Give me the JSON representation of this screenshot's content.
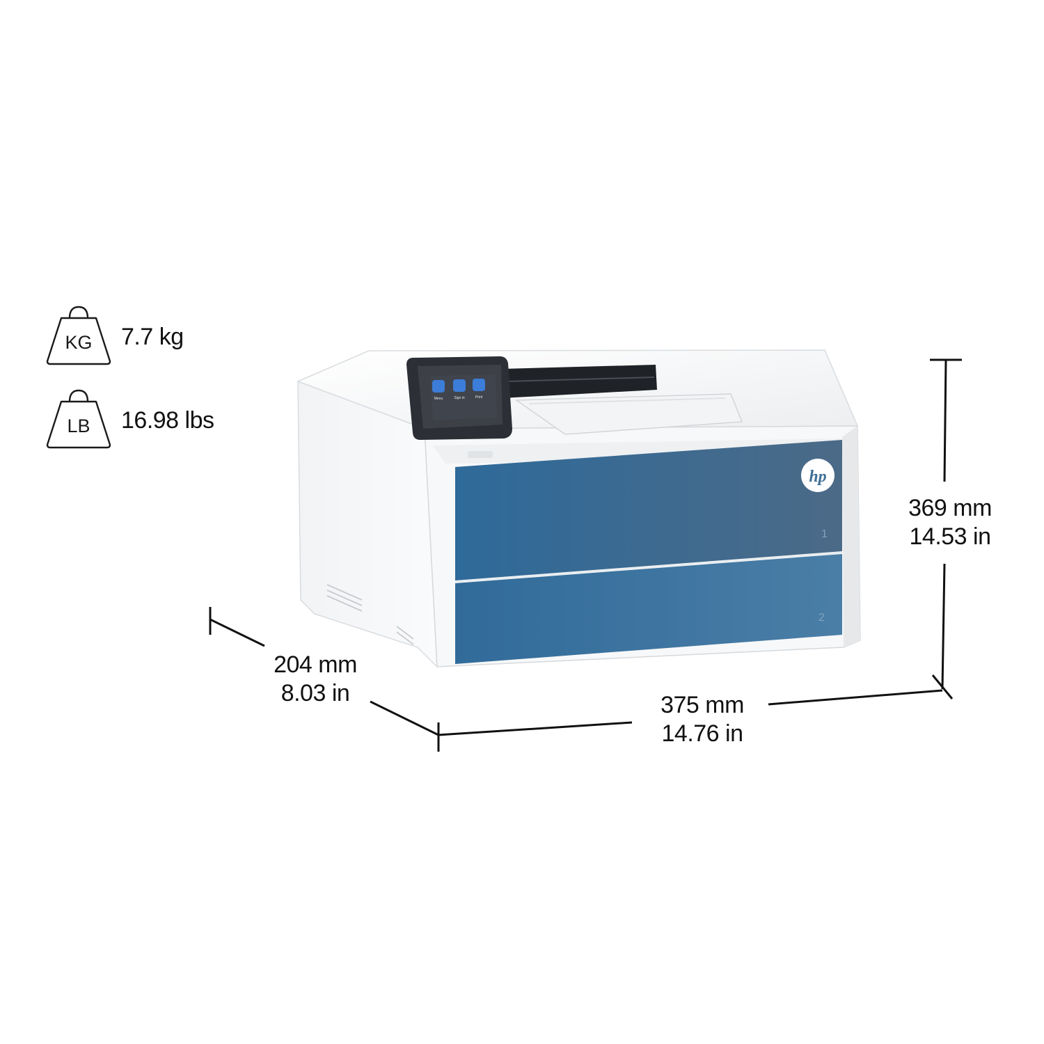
{
  "weights": [
    {
      "unit": "KG",
      "value": "7.7 kg"
    },
    {
      "unit": "LB",
      "value": "16.98 lbs"
    }
  ],
  "dimensions": {
    "height": {
      "mm": "369 mm",
      "in": "14.53 in"
    },
    "width": {
      "mm": "375 mm",
      "in": "14.76 in"
    },
    "depth": {
      "mm": "204 mm",
      "in": "8.03 in"
    }
  },
  "printer": {
    "brand": "hp",
    "tray_numbers": [
      "1",
      "2"
    ],
    "screen_buttons": [
      "Menu",
      "Sign in",
      "Print"
    ],
    "colors": {
      "tray": "#3f6f96",
      "tray_light": "#4b7fa6",
      "body": "#f6f7f8",
      "screen": "#3a3d44",
      "screen_accent": "#3b7dd8"
    }
  }
}
